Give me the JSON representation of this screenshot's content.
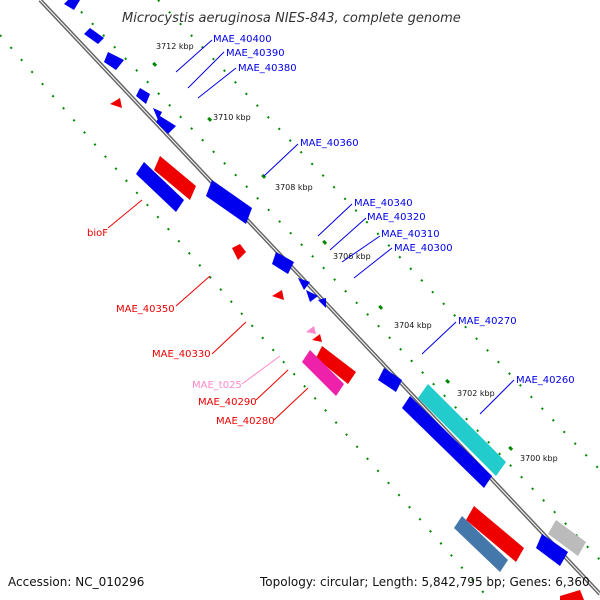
{
  "title": "Microcystis aeruginosa NIES-843, complete genome",
  "footer": {
    "accession": "Accession: NC_010296",
    "summary": "Topology: circular; Length: 5,842,795 bp; Genes: 6,360"
  },
  "ticks": [
    "3712 kbp",
    "3710 kbp",
    "3708 kbp",
    "3706 kbp",
    "3704 kbp",
    "3702 kbp",
    "3700 kbp"
  ],
  "gene_labels": {
    "MAE_40400": "MAE_40400",
    "MAE_40390": "MAE_40390",
    "MAE_40380": "MAE_40380",
    "MAE_40360": "MAE_40360",
    "MAE_40340": "MAE_40340",
    "MAE_40320": "MAE_40320",
    "MAE_40310": "MAE_40310",
    "MAE_40300": "MAE_40300",
    "MAE_40270": "MAE_40270",
    "MAE_40260": "MAE_40260",
    "bioF": "bioF",
    "MAE_40350": "MAE_40350",
    "MAE_40330": "MAE_40330",
    "MAE_t025": "MAE_t025",
    "MAE_40290": "MAE_40290",
    "MAE_40280": "MAE_40280"
  },
  "colors": {
    "forward_gene": "#0000ee",
    "reverse_gene": "#ee0000",
    "trna": "#ff88cc",
    "rrna": "#ee22aa",
    "cyan_feature": "#22cccc",
    "steel_feature": "#4477aa",
    "gray_feature": "#bbbbbb",
    "backbone": "#777777",
    "dotted_ring": "#008800"
  }
}
